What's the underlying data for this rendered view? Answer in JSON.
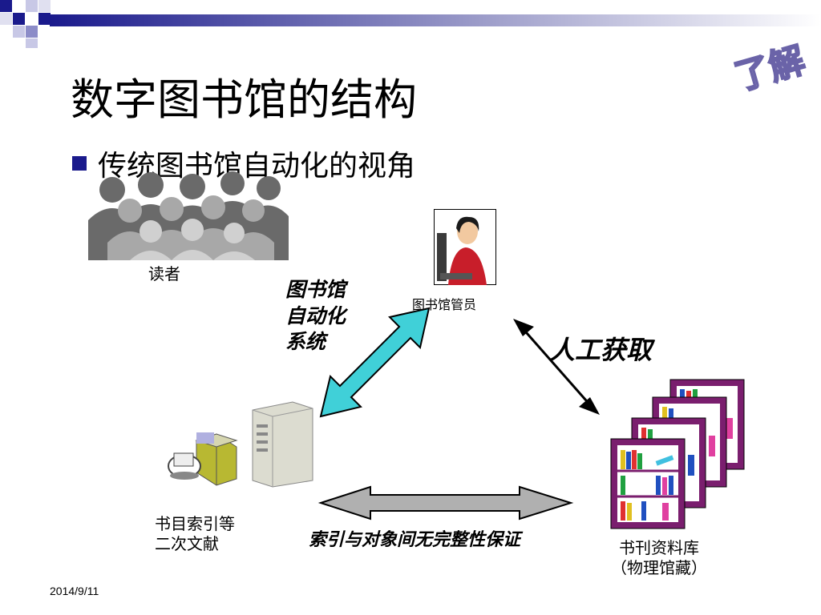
{
  "slide": {
    "title": "数字图书馆的结构",
    "bullet": "传统图书馆自动化的视角",
    "stamp": "了解",
    "date": "2014/9/11"
  },
  "diagram": {
    "readers_label": "读者",
    "librarian_label": "图书馆管员",
    "system_label_lines": [
      "图书馆",
      "自动化",
      "系统"
    ],
    "manual_label": "人工获取",
    "catalog_label_lines": [
      "书目索引等",
      "二次文献"
    ],
    "gap_label": "索引与对象间无完整性保证",
    "repository_label_lines": [
      "书刊资料库",
      "（物理馆藏）"
    ]
  },
  "colors": {
    "accent_blue": "#1a1a8c",
    "cyan_arrow": "#40d0d8",
    "gray_arrow": "#b0b0b0",
    "shelf_purple": "#7a1e6e"
  }
}
